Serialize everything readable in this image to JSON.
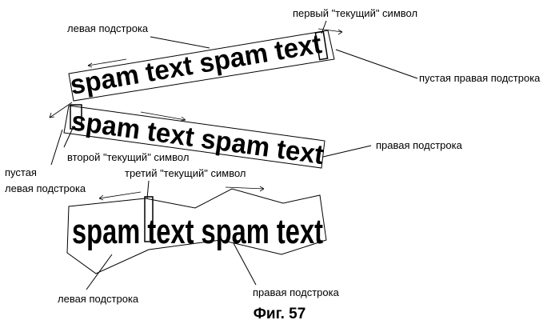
{
  "banners": [
    {
      "text": "spam text spam text"
    },
    {
      "text": "spam text spam text"
    },
    {
      "text": "spam text spam text"
    }
  ],
  "labels": {
    "left_substring_top": "левая подстрока",
    "first_current": "первый \"текущий\" символ",
    "empty_right": "пустая правая подстрока",
    "second_current": "второй \"текущий\" символ",
    "right_substring_mid": "правая подстрока",
    "empty_left_line1": "пустая",
    "empty_left_line2": "левая подстрока",
    "third_current": "третий \"текущий\" символ",
    "left_substring_bottom": "левая подстрока",
    "right_substring_bottom": "правая подстрока"
  },
  "caption": "Фиг. 57"
}
